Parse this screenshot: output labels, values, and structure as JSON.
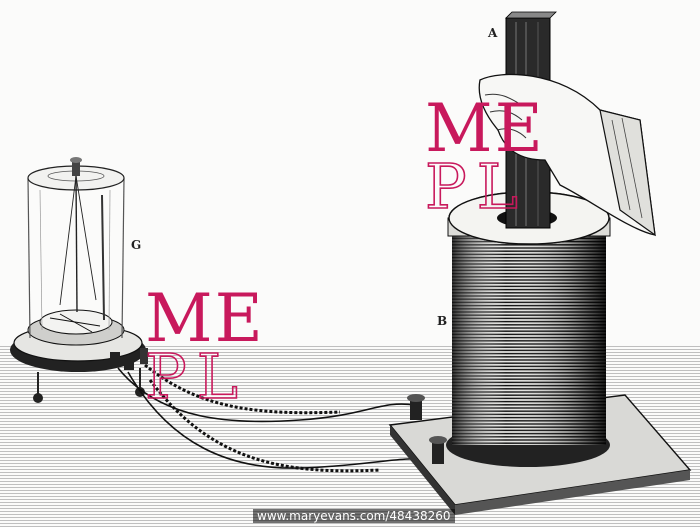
{
  "labels": {
    "a": "A",
    "b": "B",
    "g": "G"
  },
  "watermark": {
    "line1": "ME",
    "line2": "PL"
  },
  "credit": "www.maryevans.com/48438260",
  "colors": {
    "watermark": "#c8195c",
    "ink": "#1a1a1a",
    "paper": "#fbfbfa"
  }
}
